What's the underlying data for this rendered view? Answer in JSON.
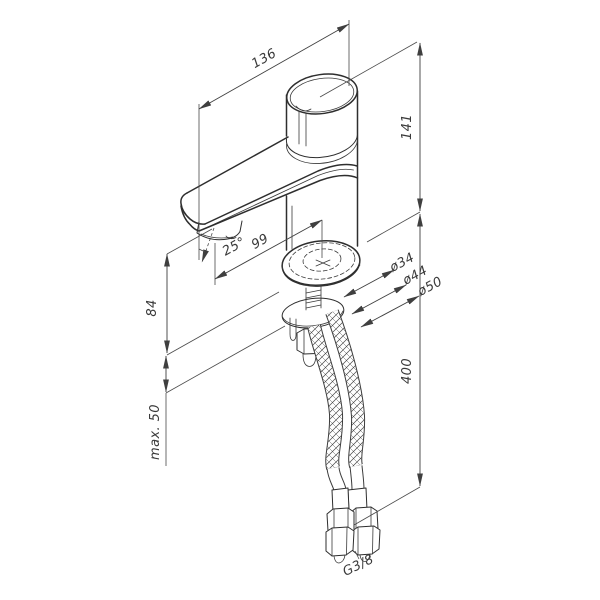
{
  "drawing": {
    "background": "#ffffff",
    "object_line_color": "#2e2e2e",
    "dimension_line_color": "#3f3f3f",
    "text_color": "#3a3a3a"
  },
  "labels": {
    "overall_length": "136",
    "overall_height": "141",
    "spout_reach": "99",
    "spray_angle": "25°",
    "outlet_height": "84",
    "max_mount_thickness": "max. 50",
    "hose_length": "400",
    "dia_inner": "ø34",
    "dia_body": "ø44",
    "dia_base": "ø50",
    "connection_thread": "G3/8"
  }
}
